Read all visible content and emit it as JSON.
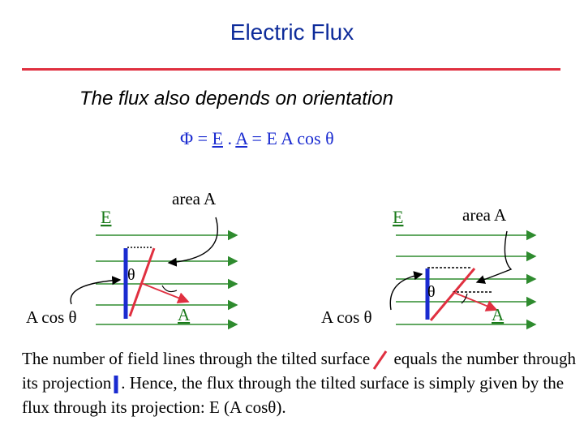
{
  "slide": {
    "title": "Electric Flux",
    "subtitle": "The flux also depends on orientation",
    "formula": {
      "phi": "Φ",
      "eq1": " = ",
      "e_vec": "E",
      "dot": " . ",
      "a_vec": "A",
      "rest": " = E A cos θ"
    }
  },
  "left_diagram": {
    "field_label": "E",
    "area_label": "area A",
    "theta_label": "θ",
    "projection_label": "A cos θ",
    "normal_label": "A"
  },
  "right_diagram": {
    "field_label": "E",
    "area_label": "area A",
    "theta_label": "θ",
    "projection_label": "A cos θ",
    "normal_label": "A"
  },
  "colors": {
    "title": "#0d2b9a",
    "rule": "#e03040",
    "field_lines": "#2e8b2e",
    "field_label": "#1a7a1a",
    "projection": "#1a2bd0",
    "tilted_surface": "#e03040",
    "normal_label": "#1a7a1a"
  },
  "paragraph": {
    "part1": "The number of field lines through the tilted surface",
    "part2": " equals the number through its projection",
    "part3": ". Hence, the flux through the tilted surface is simply given by the flux through its projection: E (A cosθ)."
  }
}
